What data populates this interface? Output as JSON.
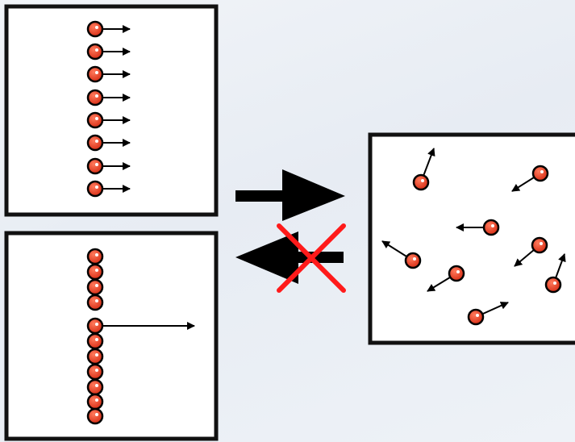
{
  "colors": {
    "background": "#eef2f7",
    "box_border": "#111111",
    "box_fill": "#ffffff",
    "particle_fill": "#e8412c",
    "particle_highlight": "#ffffff",
    "arrow": "#000000",
    "cross": "#ff1a1a"
  },
  "panels": [
    {
      "id": "top-left",
      "description_key": "ordered-particles-moving-right"
    },
    {
      "id": "bottom-left",
      "description_key": "particles-single-one-moving"
    },
    {
      "id": "right",
      "description_key": "disordered-particles-random-motion"
    }
  ],
  "icons": [
    "particle-icon",
    "velocity-arrow-icon",
    "forward-arrow-icon",
    "reverse-arrow-icon",
    "cross-icon"
  ],
  "forward_process_allowed": true,
  "reverse_process_allowed": false
}
